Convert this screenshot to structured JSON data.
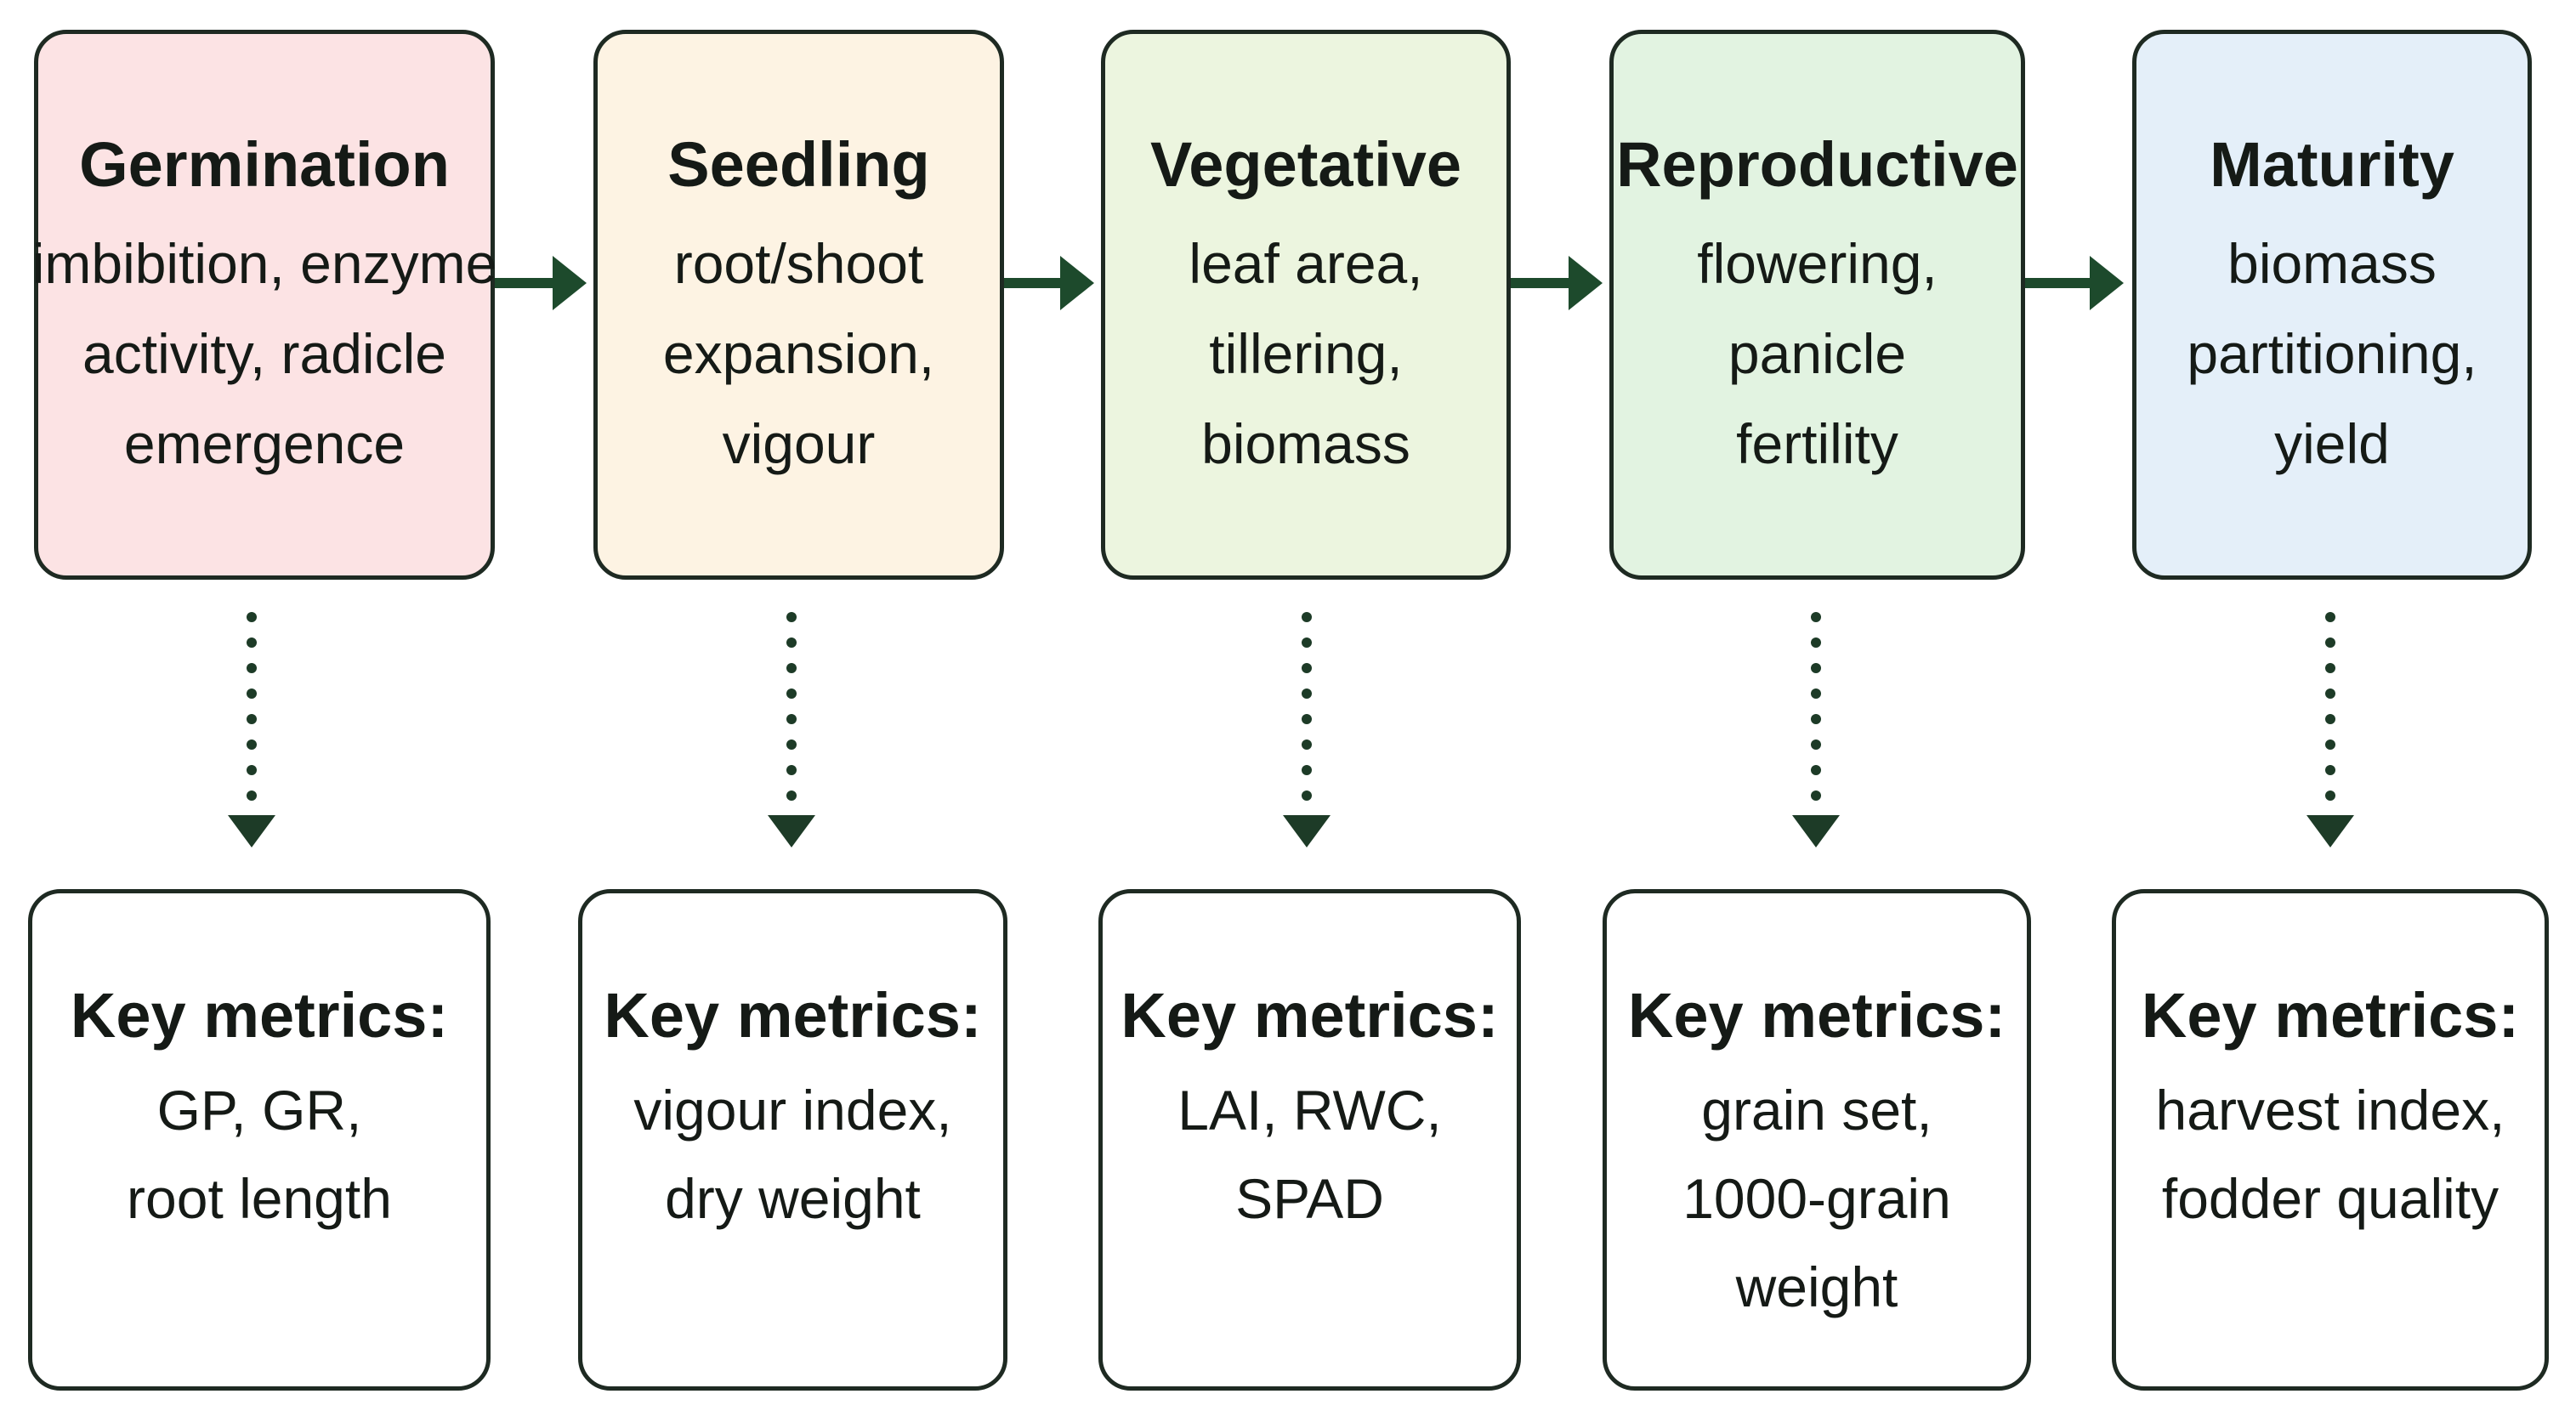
{
  "colors": {
    "border": "#1e2a22",
    "arrow": "#1d4a2c",
    "connector": "#1d3b27"
  },
  "stages": [
    {
      "title": "Germination",
      "lines": [
        "imbibition, enzyme",
        "activity, radicle",
        "emergence"
      ],
      "fill": "#fce3e4"
    },
    {
      "title": "Seedling",
      "lines": [
        "root/shoot",
        "expansion,",
        "vigour"
      ],
      "fill": "#fdf3e3"
    },
    {
      "title": "Vegetative",
      "lines": [
        "leaf area,",
        "tillering,",
        "biomass"
      ],
      "fill": "#ecf5df"
    },
    {
      "title": "Reproductive",
      "lines": [
        "flowering,",
        "panicle",
        "fertility"
      ],
      "fill": "#e2f3e1"
    },
    {
      "title": "Maturity",
      "lines": [
        "biomass",
        "partitioning,",
        "yield"
      ],
      "fill": "#e4eff9"
    }
  ],
  "metrics": [
    {
      "title": "Key metrics:",
      "lines": [
        "GP, GR,",
        "root length"
      ]
    },
    {
      "title": "Key metrics:",
      "lines": [
        "vigour index,",
        "dry weight"
      ]
    },
    {
      "title": "Key metrics:",
      "lines": [
        "LAI, RWC,",
        "SPAD"
      ]
    },
    {
      "title": "Key metrics:",
      "lines": [
        "grain set,",
        "1000-grain",
        "weight"
      ]
    },
    {
      "title": "Key metrics:",
      "lines": [
        "harvest index,",
        "fodder quality"
      ]
    }
  ]
}
